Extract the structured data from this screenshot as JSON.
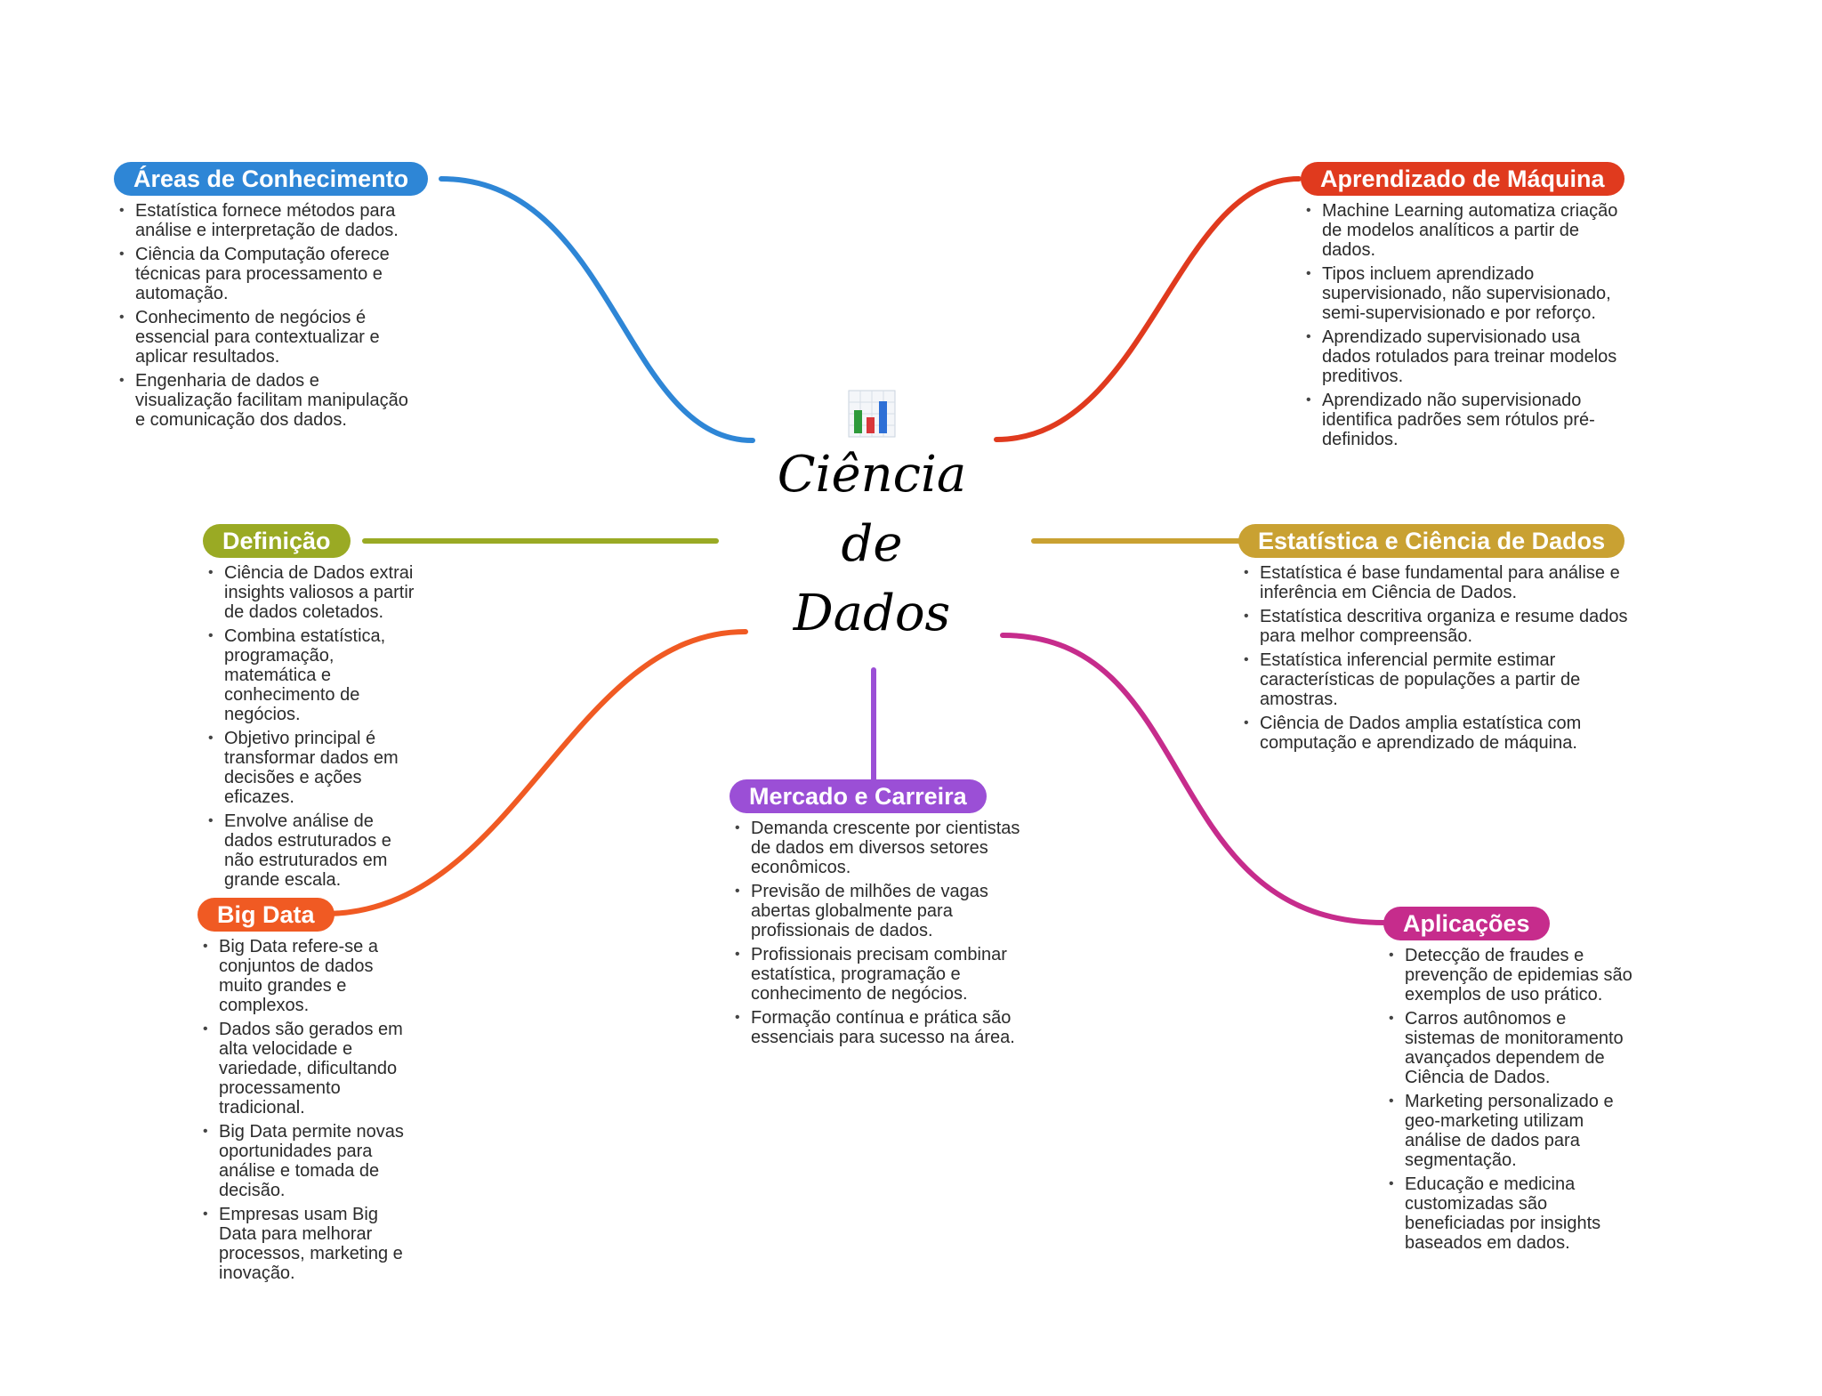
{
  "center": {
    "title_line1": "Ciência",
    "title_line2": "de",
    "title_line3": "Dados",
    "icon": "bar-chart-icon"
  },
  "branches": {
    "areas": {
      "title": "Áreas de Conhecimento",
      "color": "#2E86D6",
      "items": [
        "Estatística fornece métodos para análise e interpretação de dados.",
        "Ciência da Computação oferece técnicas para processamento e automação.",
        "Conhecimento de negócios é essencial para contextualizar e aplicar resultados.",
        "Engenharia de dados e visualização facilitam manipulação e comunicação dos dados."
      ]
    },
    "definicao": {
      "title": "Definição",
      "color": "#9AAA24",
      "items": [
        "Ciência de Dados extrai insights valiosos a partir de dados coletados.",
        "Combina estatística, programação, matemática e conhecimento de negócios.",
        "Objetivo principal é transformar dados em decisões e ações eficazes.",
        "Envolve análise de dados estruturados e não estruturados em grande escala."
      ]
    },
    "bigdata": {
      "title": "Big Data",
      "color": "#F05A23",
      "items": [
        "Big Data refere-se a conjuntos de dados muito grandes e complexos.",
        "Dados são gerados em alta velocidade e variedade, dificultando processamento tradicional.",
        "Big Data permite novas oportunidades para análise e tomada de decisão.",
        "Empresas usam Big Data para melhorar processos, marketing e inovação."
      ]
    },
    "mercado": {
      "title": "Mercado e Carreira",
      "color": "#9B4FD6",
      "items": [
        "Demanda crescente por cientistas de dados em diversos setores econômicos.",
        "Previsão de milhões de vagas abertas globalmente para profissionais de dados.",
        "Profissionais precisam combinar estatística, programação e conhecimento de negócios.",
        "Formação contínua e prática são essenciais para sucesso na área."
      ]
    },
    "aprendizado": {
      "title": "Aprendizado de Máquina",
      "color": "#E03A1E",
      "items": [
        "Machine Learning automatiza criação de modelos analíticos a partir de dados.",
        "Tipos incluem aprendizado supervisionado, não supervisionado, semi-supervisionado e por reforço.",
        "Aprendizado supervisionado usa dados rotulados para treinar modelos preditivos.",
        "Aprendizado não supervisionado identifica padrões sem rótulos pré-definidos."
      ]
    },
    "estatistica": {
      "title": "Estatística e Ciência de Dados",
      "color": "#C9A132",
      "items": [
        "Estatística é base fundamental para análise e inferência em Ciência de Dados.",
        "Estatística descritiva organiza e resume dados para melhor compreensão.",
        "Estatística inferencial permite estimar características de populações a partir de amostras.",
        "Ciência de Dados amplia estatística com computação e aprendizado de máquina."
      ]
    },
    "aplicacoes": {
      "title": "Aplicações",
      "color": "#C62C8C",
      "items": [
        "Detecção de fraudes e prevenção de epidemias são exemplos de uso prático.",
        "Carros autônomos e sistemas de monitoramento avançados dependem de Ciência de Dados.",
        "Marketing personalizado e geo-marketing utilizam análise de dados para segmentação.",
        "Educação e medicina customizadas são beneficiadas por insights baseados em dados."
      ]
    }
  }
}
